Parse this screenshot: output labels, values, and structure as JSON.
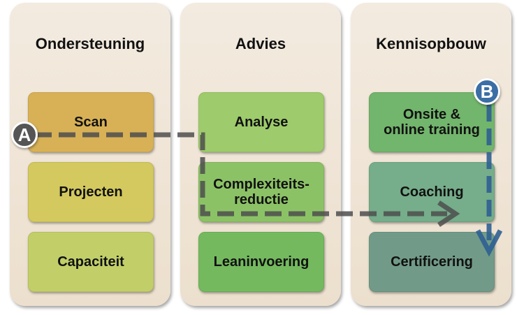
{
  "columns": [
    {
      "title": "Ondersteuning",
      "boxes": [
        "Scan",
        "Projecten",
        "Capaciteit"
      ]
    },
    {
      "title": "Advies",
      "boxes": [
        "Analyse",
        "Complexiteits-\nreductie",
        "Leaninvoering"
      ]
    },
    {
      "title": "Kennisopbouw",
      "boxes": [
        "Onsite &\nonline training",
        "Coaching",
        "Certificering"
      ]
    }
  ],
  "paths": [
    {
      "label": "A",
      "color": "#4d4d4d"
    },
    {
      "label": "B",
      "color": "#3b6ea5"
    }
  ],
  "colors": {
    "scan": "#d8b156",
    "projecten": "#d3c95e",
    "capaciteit": "#c2cf69",
    "analyse": "#9ecb6b",
    "complex": "#8cc266",
    "leaninvoering": "#74b95e",
    "training": "#72b56c",
    "coaching": "#76ad8a",
    "certificering": "#719b88"
  }
}
